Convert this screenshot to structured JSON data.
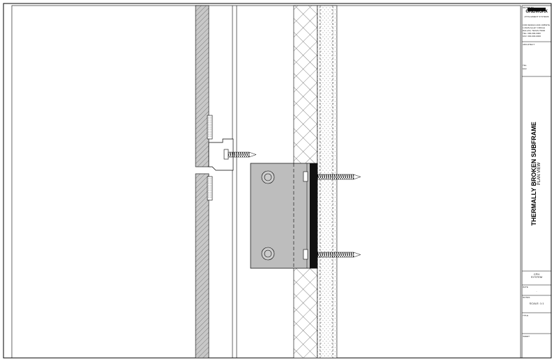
{
  "title_block": {
    "drawn_by_label": "DRAWN BY",
    "logo_text": "GRIDWORX",
    "logo_tagline": "ATTACHMENT SYSTEMS",
    "address_lines": [
      "FOR DESIGN AND JOBSITE",
      "1 MAIN ALLEY CIRCLE",
      "DALLAS, TEXAS 75000",
      "TEL: 000-000-0000",
      "FAX: 000-000-0000"
    ],
    "architect_label": "ARCHITECT",
    "tel_label": "TEL",
    "fax_label": "FAX",
    "drawing_title": "THERMALLY BROKEN SUBFRAME",
    "drawing_subtitle": "PLAN VIEW",
    "system_line1": "CPH",
    "system_line2": "SYSTEM",
    "date_label": "DATE",
    "date_value": "-",
    "notes_label": "NOTES",
    "scale": "SCALE: 1:1",
    "title_label": "TITLE",
    "sheet_label": "SHEET"
  },
  "colors": {
    "line": "#000000",
    "bracket_fill": "#bdbdbd",
    "thermal_pad": "#111111",
    "panel_hatch": "#9a9a9a"
  }
}
